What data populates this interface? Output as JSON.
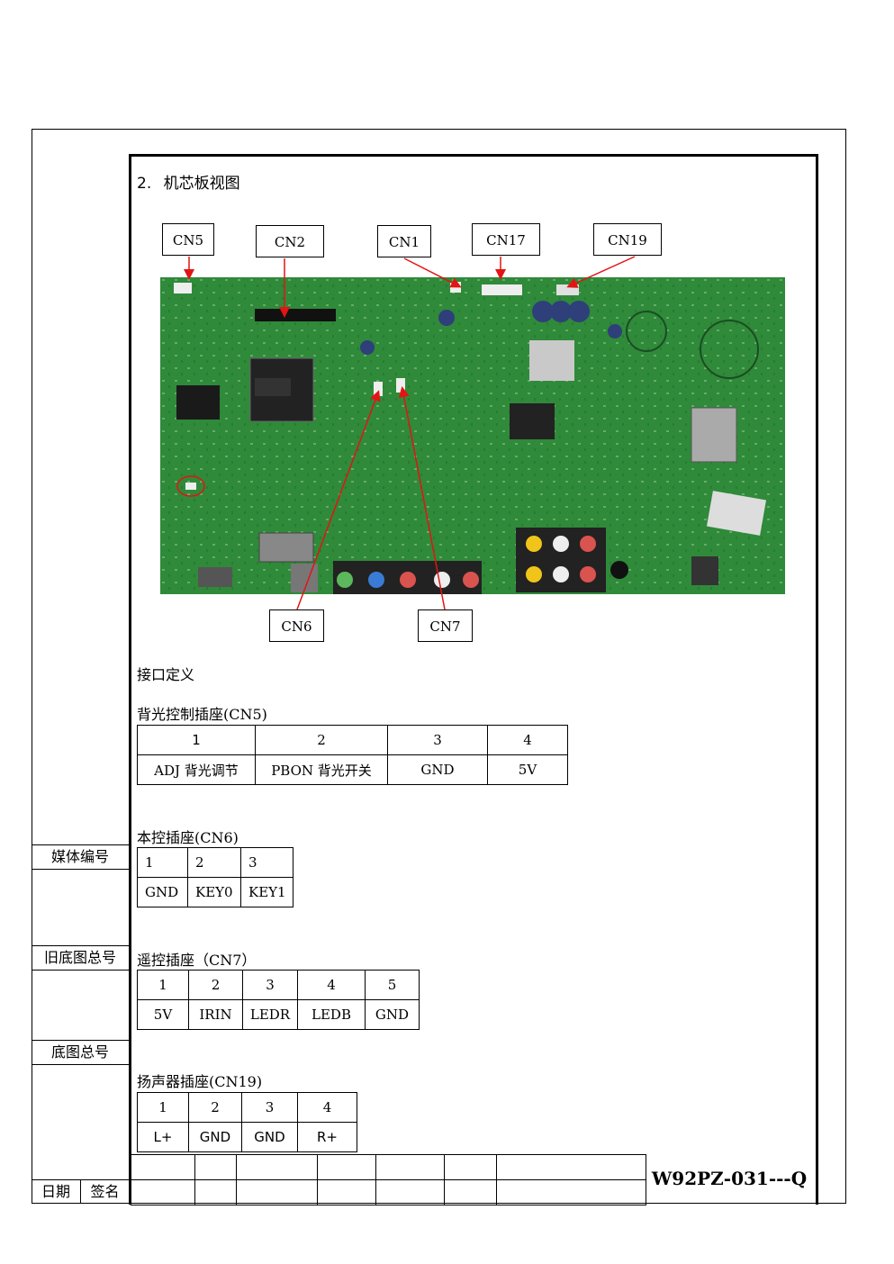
{
  "section_title_num": "2.",
  "section_title": "机芯板视图",
  "board_labels": {
    "cn5": "CN5",
    "cn2": "CN2",
    "cn1": "CN1",
    "cn17": "CN17",
    "cn19": "CN19",
    "cn6": "CN6",
    "cn7": "CN7"
  },
  "interface_heading": "接口定义",
  "cn5": {
    "title": "背光控制插座(CN5)",
    "headers": [
      "1",
      "2",
      "3",
      "4"
    ],
    "values": [
      "ADJ 背光调节",
      "PBON 背光开关",
      "GND",
      "5V"
    ]
  },
  "cn6": {
    "title": "本控插座(CN6)",
    "headers": [
      "1",
      "2",
      "3"
    ],
    "values": [
      "GND",
      "KEY0",
      "KEY1"
    ]
  },
  "cn7": {
    "title": "遥控插座（CN7）",
    "headers": [
      "1",
      "2",
      "3",
      "4",
      "5"
    ],
    "values": [
      "5V",
      "IRIN",
      "LEDR",
      "LEDB",
      "GND"
    ]
  },
  "cn19": {
    "title": "扬声器插座(CN19)",
    "headers": [
      "1",
      "2",
      "3",
      "4"
    ],
    "values": [
      "L+",
      "GND",
      "GND",
      "R+"
    ]
  },
  "side": {
    "media_no": "媒体编号",
    "old_base_no": "旧底图总号",
    "base_no": "底图总号",
    "date": "日期",
    "signature": "签名"
  },
  "doc_number": "W92PZ-031---Q",
  "colors": {
    "board": "#2f8a3a",
    "arrow": "#e31414"
  }
}
